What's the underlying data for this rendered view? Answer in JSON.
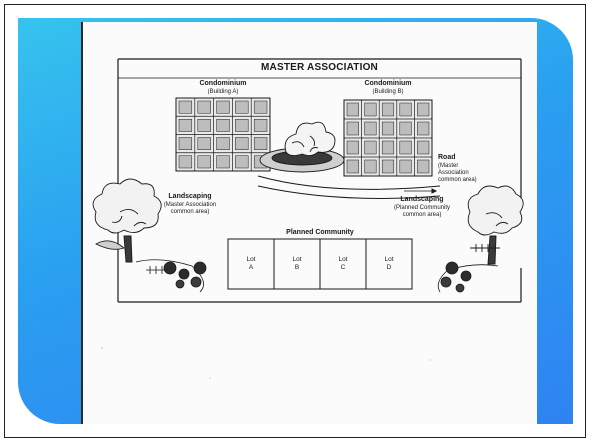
{
  "diagram": {
    "title": "MASTER ASSOCIATION",
    "condo_a": {
      "title": "Condominium",
      "sub": "(Building A)"
    },
    "condo_b": {
      "title": "Condominium",
      "sub": "(Building B)"
    },
    "road": {
      "title": "Road",
      "lines": [
        "(Master",
        "Association",
        "common area)"
      ]
    },
    "landscaping_left": {
      "title": "Landscaping",
      "lines": [
        "(Master Association",
        "common area)"
      ]
    },
    "landscaping_right": {
      "title": "Landscaping",
      "lines": [
        "(Planned Community",
        "common area)"
      ]
    },
    "planned_community": {
      "title": "Planned Community",
      "lots": [
        {
          "word": "Lot",
          "letter": "A"
        },
        {
          "word": "Lot",
          "letter": "B"
        },
        {
          "word": "Lot",
          "letter": "C"
        },
        {
          "word": "Lot",
          "letter": "D"
        }
      ]
    }
  },
  "colors": {
    "panel_top": "#36c3ee",
    "panel_bottom": "#2f83f2",
    "ink": "#1a1a1a",
    "page": "#fbfbfb"
  },
  "icons": {
    "tree_left": "tree-icon",
    "tree_right": "tree-icon",
    "shrubs": "shrub-icon",
    "center_bush": "bush-icon"
  }
}
